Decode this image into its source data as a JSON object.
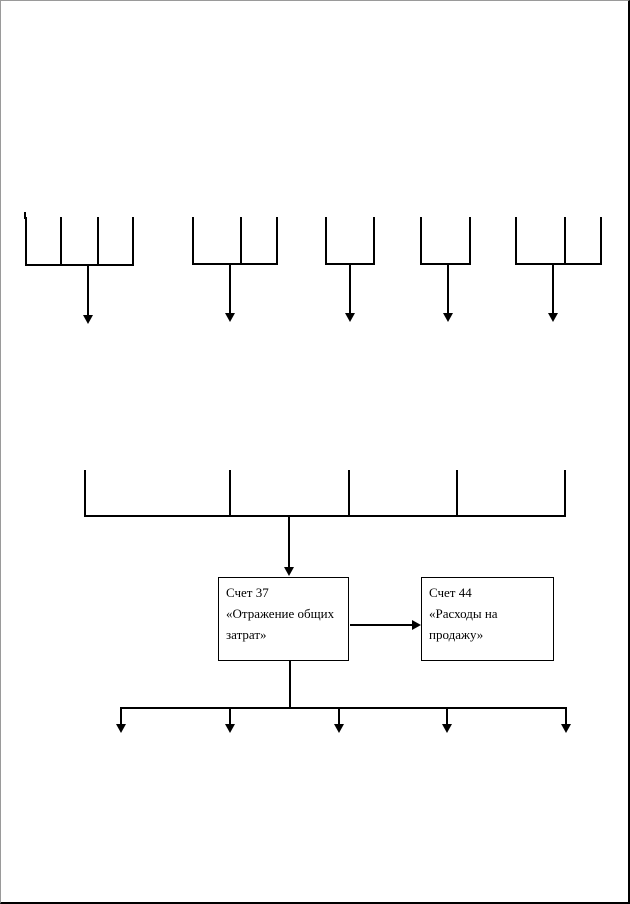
{
  "page": {
    "background_color": "#ffffff",
    "border_color": "#000000",
    "line_color": "#000000"
  },
  "flow_boxes": {
    "account_37": {
      "line1": "Счет 37",
      "line2": "«Отражение общих",
      "line3": "затрат»"
    },
    "account_44": {
      "line1": "Счет 44",
      "line2": "«Расходы на",
      "line3": "продажу»"
    }
  }
}
